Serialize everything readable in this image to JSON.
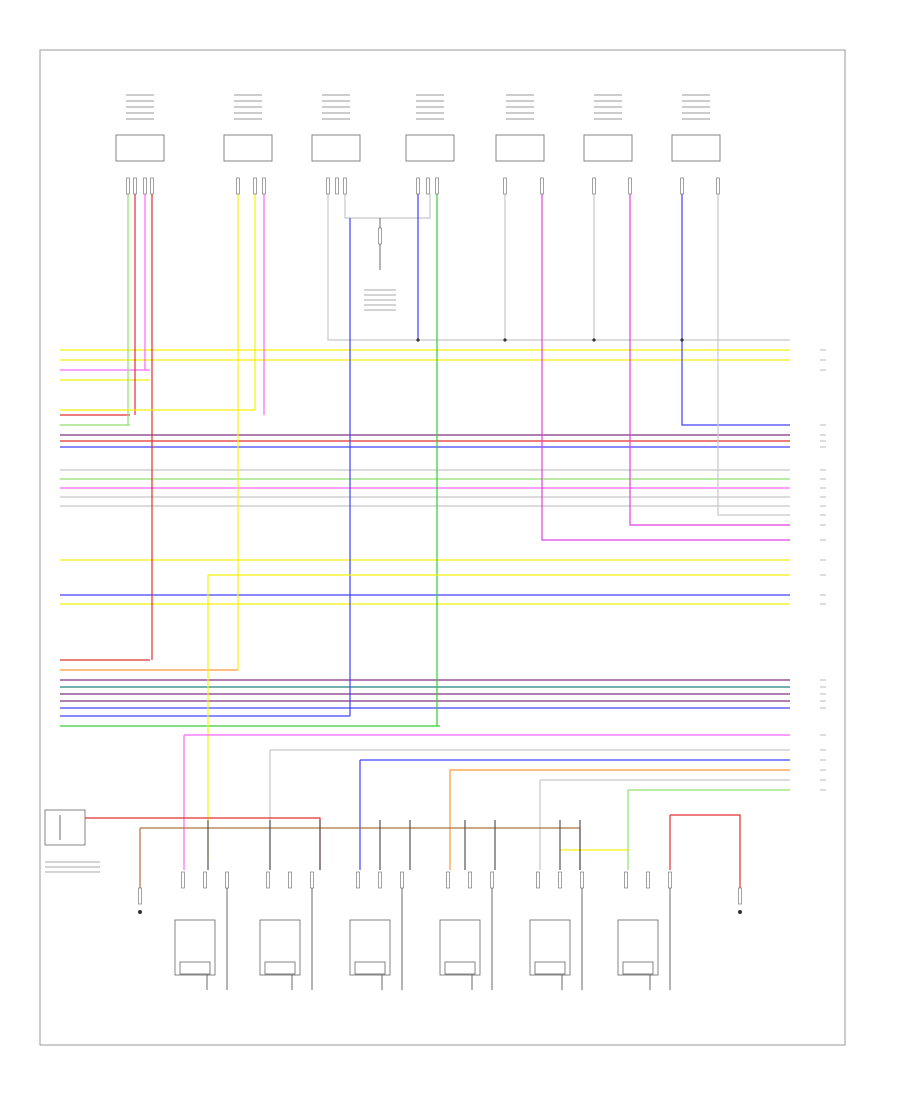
{
  "diagram": {
    "title": "",
    "frame_label": "",
    "footer_label": "",
    "colors": {
      "yellow": "#f2f20a",
      "pink": "#ff66ff",
      "magenta": "#e040e0",
      "blue": "#4040ff",
      "green": "#30d030",
      "lightgreen": "#90e070",
      "red": "#e03030",
      "brown": "#b07040",
      "orange": "#ff9933",
      "purple": "#803080",
      "grey": "#c8c8c8",
      "black": "#222222",
      "teal": "#208080",
      "violet": "#9060c0"
    },
    "top_components": [
      {
        "id": "c1"
      },
      {
        "id": "c2"
      },
      {
        "id": "c3"
      },
      {
        "id": "c4"
      },
      {
        "id": "c5"
      },
      {
        "id": "c6"
      },
      {
        "id": "c7"
      }
    ],
    "bottom_components": [
      {
        "id": "b1"
      },
      {
        "id": "b2"
      },
      {
        "id": "b3"
      },
      {
        "id": "b4"
      },
      {
        "id": "b5"
      },
      {
        "id": "b6"
      }
    ]
  }
}
